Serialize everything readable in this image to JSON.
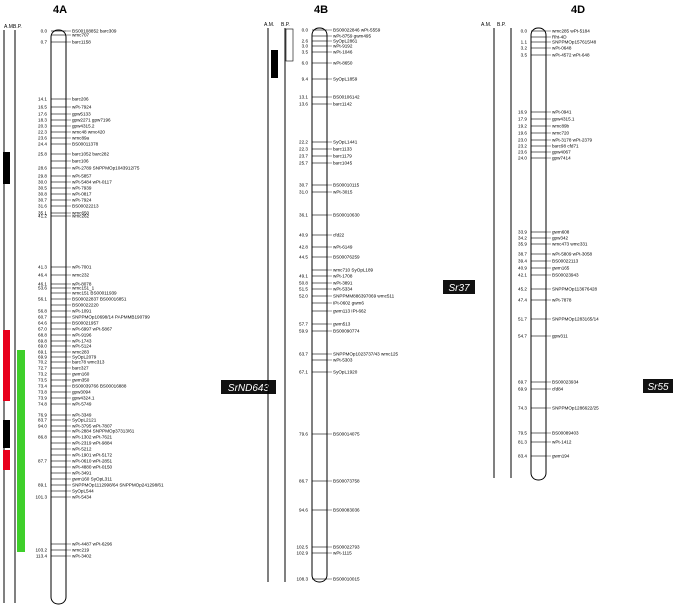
{
  "colors": {
    "black": "#000000",
    "red": "#e8001c",
    "green": "#3ecf2a",
    "gene_box": "#111111",
    "gene_text": "#ffffff"
  },
  "chromosomes": [
    {
      "id": "4A",
      "title": "4A",
      "headers": [
        "A.M.",
        "B.P."
      ],
      "gene": "SrND643",
      "loci": [
        {
          "pos": "0.0",
          "markers": [
            "BS00108852",
            "barc309"
          ]
        },
        {
          "pos": "",
          "markers": [
            "wmc707"
          ]
        },
        {
          "pos": "0.7",
          "markers": [
            "barc1158"
          ]
        },
        {
          "pos": "14.1",
          "markers": [
            "barc206"
          ]
        },
        {
          "pos": "16.5",
          "markers": [
            "wPt-7924"
          ]
        },
        {
          "pos": "17.6",
          "markers": [
            "gpw5133"
          ]
        },
        {
          "pos": "18.3",
          "markers": [
            "gpw2271",
            "gpw7196"
          ]
        },
        {
          "pos": "20.3",
          "markers": [
            "gpw4315.2"
          ]
        },
        {
          "pos": "22.3",
          "markers": [
            "wmc48",
            "wmc420"
          ]
        },
        {
          "pos": "23.6",
          "markers": [
            "wmc89a"
          ]
        },
        {
          "pos": "24.4",
          "markers": [
            "BS00011378"
          ]
        },
        {
          "pos": "25.8",
          "markers": [
            "barc1052",
            "barc282"
          ]
        },
        {
          "pos": "",
          "markers": [
            "barc106"
          ]
        },
        {
          "pos": "28.6",
          "markers": [
            "wPt-2789",
            "SNPPMOp1043912/75"
          ]
        },
        {
          "pos": "29.8",
          "markers": [
            "wPt-5857"
          ]
        },
        {
          "pos": "30.0",
          "markers": [
            "wPt-5484",
            "wPt-0117"
          ]
        },
        {
          "pos": "30.5",
          "markers": [
            "wPt-7939"
          ]
        },
        {
          "pos": "30.8",
          "markers": [
            "wPt-0817"
          ]
        },
        {
          "pos": "30.7",
          "markers": [
            "wPt-7924"
          ]
        },
        {
          "pos": "31.6",
          "markers": [
            "BS00022213"
          ]
        },
        {
          "pos": "35.1",
          "markers": [
            "wmc650"
          ]
        },
        {
          "pos": "41.2",
          "markers": [
            "wmc262"
          ]
        },
        {
          "pos": "41.3",
          "markers": [
            "wPt-7001"
          ]
        },
        {
          "pos": "46.4",
          "markers": [
            "wmc232"
          ]
        },
        {
          "pos": "46.1",
          "markers": [
            "wPt-8078"
          ]
        },
        {
          "pos": "53.6",
          "markers": [
            "wmc151_1"
          ]
        },
        {
          "pos": "",
          "markers": [
            "wmc151",
            "BS00011939"
          ]
        },
        {
          "pos": "56.1",
          "markers": [
            "BS00022837",
            "BS00016851"
          ]
        },
        {
          "pos": "",
          "markers": [
            "BS00022220"
          ]
        },
        {
          "pos": "56.8",
          "markers": [
            "wPt-1091"
          ]
        },
        {
          "pos": "60.7",
          "markers": [
            "SNPPMOp10698/14",
            "PAPMMB190799"
          ]
        },
        {
          "pos": "64.6",
          "markers": [
            "BS00021957"
          ]
        },
        {
          "pos": "67.0",
          "markers": [
            "wPt-6997",
            "wPt-5867"
          ]
        },
        {
          "pos": "68.8",
          "markers": [
            "wPt-9196"
          ]
        },
        {
          "pos": "69.8",
          "markers": [
            "wPt-1743"
          ]
        },
        {
          "pos": "69.0",
          "markers": [
            "wPt-5124"
          ]
        },
        {
          "pos": "69.1",
          "markers": [
            "wmc283"
          ]
        },
        {
          "pos": "69.9",
          "markers": [
            "SyOpL2079"
          ]
        },
        {
          "pos": "70.2",
          "markers": [
            "barc78",
            "wmc313"
          ]
        },
        {
          "pos": "72.7",
          "markers": [
            "barc327"
          ]
        },
        {
          "pos": "73.2",
          "markers": [
            "gwm160"
          ]
        },
        {
          "pos": "73.5",
          "markers": [
            "gwm350"
          ]
        },
        {
          "pos": "73.4",
          "markers": [
            "BS00039766",
            "BS00016888"
          ]
        },
        {
          "pos": "73.8",
          "markers": [
            "gpw3094"
          ]
        },
        {
          "pos": "73.9",
          "markers": [
            "gpw4324.1"
          ]
        },
        {
          "pos": "74.8",
          "markers": [
            "wPt-5749"
          ]
        },
        {
          "pos": "76.9",
          "markers": [
            "wPt-3349"
          ]
        },
        {
          "pos": "83.7",
          "markers": [
            "SyOpL2121"
          ]
        },
        {
          "pos": "94.0",
          "markers": [
            "wPt-3795",
            "wPt-7807"
          ]
        },
        {
          "pos": "",
          "markers": [
            "wPt-2884",
            "SNPPMOp37313/61"
          ]
        },
        {
          "pos": "86.8",
          "markers": [
            "wPt-1302",
            "wPt-7621"
          ]
        },
        {
          "pos": "",
          "markers": [
            "wPt-2319",
            "wPt-9884"
          ]
        },
        {
          "pos": "",
          "markers": [
            "wPt-5212"
          ]
        },
        {
          "pos": "",
          "markers": [
            "wPt-1901",
            "wPt-5172"
          ]
        },
        {
          "pos": "87.7",
          "markers": [
            "wPt-0610",
            "wPt-2851"
          ]
        },
        {
          "pos": "",
          "markers": [
            "wPt-4880",
            "wPt-0150"
          ]
        },
        {
          "pos": "",
          "markers": [
            "wPt-3491"
          ]
        },
        {
          "pos": "",
          "markers": [
            "gwm160",
            "SyOpL311"
          ]
        },
        {
          "pos": "89.1",
          "markers": [
            "SNPPMOp1112998/64",
            "SNPPMOp241298/61"
          ]
        },
        {
          "pos": "",
          "markers": [
            "SyOpL544"
          ]
        },
        {
          "pos": "101.3",
          "markers": [
            "wPt-5434"
          ]
        },
        {
          "pos": "",
          "markers": [
            "wPt-4487",
            "wPt-6296"
          ]
        },
        {
          "pos": "103.2",
          "markers": [
            "wmc219"
          ]
        },
        {
          "pos": "113.4",
          "markers": [
            "wPt-3402"
          ]
        }
      ]
    },
    {
      "id": "4B",
      "title": "4B",
      "headers": [
        "A.M.",
        "B.P."
      ],
      "gene": "Sr37",
      "loci": [
        {
          "pos": "0.0",
          "markers": [
            "BS00022846",
            "wPt-5559"
          ]
        },
        {
          "pos": "",
          "markers": [
            "wPt-8759",
            "gwm495"
          ]
        },
        {
          "pos": "2.6",
          "markers": [
            "SyOpL2861"
          ]
        },
        {
          "pos": "3.0",
          "markers": [
            "wPt-9192"
          ]
        },
        {
          "pos": "3.5",
          "markers": [
            "wPt-1046"
          ]
        },
        {
          "pos": "6.0",
          "markers": [
            "wPt-8650"
          ]
        },
        {
          "pos": "9.4",
          "markers": [
            "SyOpL1859"
          ]
        },
        {
          "pos": "13.1",
          "markers": [
            "BS00106142"
          ]
        },
        {
          "pos": "13.6",
          "markers": [
            "barc1142"
          ]
        },
        {
          "pos": "22.2",
          "markers": [
            "SyOpL1441"
          ]
        },
        {
          "pos": "22.3",
          "markers": [
            "barc1133"
          ]
        },
        {
          "pos": "23.7",
          "markers": [
            "barc1179"
          ]
        },
        {
          "pos": "25.7",
          "markers": [
            "barc1045"
          ]
        },
        {
          "pos": "30.7",
          "markers": [
            "BS00010115"
          ]
        },
        {
          "pos": "31.0",
          "markers": [
            "wPt-3015"
          ]
        },
        {
          "pos": "36.1",
          "markers": [
            "BS00010630"
          ]
        },
        {
          "pos": "40.9",
          "markers": [
            "cfd22"
          ]
        },
        {
          "pos": "42.8",
          "markers": [
            "wPt-6149"
          ]
        },
        {
          "pos": "44.5",
          "markers": [
            "BS00076259"
          ]
        },
        {
          "pos": "",
          "markers": [
            "wmc710",
            "SyOpL189"
          ]
        },
        {
          "pos": "49.1",
          "markers": [
            "wPt-1708"
          ]
        },
        {
          "pos": "50.8",
          "markers": [
            "wPt-3891"
          ]
        },
        {
          "pos": "51.5",
          "markers": [
            "wPt-5334"
          ]
        },
        {
          "pos": "52.0",
          "markers": [
            "SNPPMM886397069",
            "wmc511"
          ]
        },
        {
          "pos": "",
          "markers": [
            "IPt-0602",
            "gwm6"
          ]
        },
        {
          "pos": "",
          "markers": [
            "gwm113",
            "IPt-662"
          ]
        },
        {
          "pos": "57.7",
          "markers": [
            "gwm513"
          ]
        },
        {
          "pos": "59.9",
          "markers": [
            "BS00090774"
          ]
        },
        {
          "pos": "63.7",
          "markers": [
            "SNPPMOp1023737/43",
            "wmc125"
          ]
        },
        {
          "pos": "",
          "markers": [
            "wPt-5303"
          ]
        },
        {
          "pos": "67.1",
          "markers": [
            "SyOpL1920"
          ]
        },
        {
          "pos": "79.6",
          "markers": [
            "BS00014075"
          ]
        },
        {
          "pos": "86.7",
          "markers": [
            "BS00073758"
          ]
        },
        {
          "pos": "94.6",
          "markers": [
            "BS00083036"
          ]
        },
        {
          "pos": "102.5",
          "markers": [
            "BS00022793"
          ]
        },
        {
          "pos": "102.9",
          "markers": [
            "wPt-1115"
          ]
        },
        {
          "pos": "108.3",
          "markers": [
            "BS00010015"
          ]
        }
      ]
    },
    {
      "id": "4D",
      "title": "4D",
      "headers": [
        "A.M.",
        "B.P."
      ],
      "gene": "Sr55",
      "loci": [
        {
          "pos": "0.0",
          "markers": [
            "wmc285",
            "wPt-5184"
          ]
        },
        {
          "pos": "",
          "markers": [
            "Rht-4D"
          ]
        },
        {
          "pos": "1.1",
          "markers": [
            "SNPPMOp157615/48"
          ]
        },
        {
          "pos": "3.2",
          "markers": [
            "wPt-0648"
          ]
        },
        {
          "pos": "3.5",
          "markers": [
            "wPt-4572",
            "wPt-648"
          ]
        },
        {
          "pos": "16.9",
          "markers": [
            "wPt-0941"
          ]
        },
        {
          "pos": "17.9",
          "markers": [
            "gpw4315.1"
          ]
        },
        {
          "pos": "19.2",
          "markers": [
            "wmc89b"
          ]
        },
        {
          "pos": "19.6",
          "markers": [
            "wmc720"
          ]
        },
        {
          "pos": "23.0",
          "markers": [
            "wPt-3178",
            "wPt-2379"
          ]
        },
        {
          "pos": "23.2",
          "markers": [
            "barc98",
            "cfd71"
          ]
        },
        {
          "pos": "23.6",
          "markers": [
            "gpw4067"
          ]
        },
        {
          "pos": "24.0",
          "markers": [
            "gpw7414"
          ]
        },
        {
          "pos": "33.9",
          "markers": [
            "gwm608"
          ]
        },
        {
          "pos": "34.2",
          "markers": [
            "gpw342"
          ]
        },
        {
          "pos": "35.9",
          "markers": [
            "wmc473",
            "wmc331"
          ]
        },
        {
          "pos": "38.7",
          "markers": [
            "wPt-5809",
            "wPt-3058"
          ]
        },
        {
          "pos": "39.4",
          "markers": [
            "BS00022113"
          ]
        },
        {
          "pos": "40.9",
          "markers": [
            "gwm165"
          ]
        },
        {
          "pos": "42.1",
          "markers": [
            "BS00023943"
          ]
        },
        {
          "pos": "45.2",
          "markers": [
            "SNPPMOp113676428"
          ]
        },
        {
          "pos": "47.4",
          "markers": [
            "wPt-7878"
          ]
        },
        {
          "pos": "51.7",
          "markers": [
            "SNPPMOp1283165/14"
          ]
        },
        {
          "pos": "54.7",
          "markers": [
            "gpw311"
          ]
        },
        {
          "pos": "69.7",
          "markers": [
            "BS00023934"
          ]
        },
        {
          "pos": "69.9",
          "markers": [
            "cfd84"
          ]
        },
        {
          "pos": "74.3",
          "markers": [
            "SNPPMOp1286622/25"
          ]
        },
        {
          "pos": "79.5",
          "markers": [
            "BS00089403"
          ]
        },
        {
          "pos": "81.3",
          "markers": [
            "wPt-1412"
          ]
        },
        {
          "pos": "83.4",
          "markers": [
            "gwm194"
          ]
        }
      ]
    }
  ]
}
